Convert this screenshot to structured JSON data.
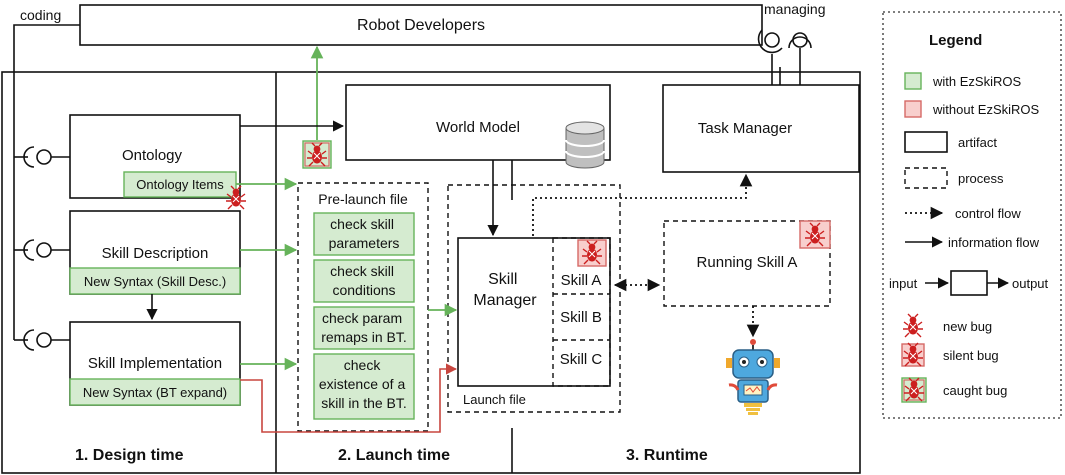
{
  "top": {
    "coding_label": "coding",
    "managing_label": "managing",
    "robot_developers": "Robot Developers"
  },
  "design": {
    "ontology": "Ontology",
    "ontology_items": "Ontology Items",
    "skill_description": "Skill Description",
    "new_syntax_desc": "New Syntax (Skill Desc.)",
    "skill_implementation": "Skill Implementation",
    "new_syntax_bt": "New Syntax (BT expand)",
    "phase_label": "1. Design time"
  },
  "launch": {
    "prelaunch_file": "Pre-launch file",
    "checks": [
      [
        "check skill",
        "parameters"
      ],
      [
        "check skill",
        "conditions"
      ],
      [
        "check param",
        "remaps in BT."
      ],
      [
        "check",
        "existence of a",
        "skill in the BT."
      ]
    ],
    "launch_file": "Launch file",
    "phase_label": "2. Launch time"
  },
  "runtime": {
    "world_model": "World Model",
    "task_manager": "Task Manager",
    "skill_manager_line1": "Skill",
    "skill_manager_line2": "Manager",
    "skill_a": "Skill A",
    "skill_b": "Skill B",
    "skill_c": "Skill C",
    "running_skill": "Running Skill A",
    "phase_label": "3. Runtime"
  },
  "legend": {
    "title": "Legend",
    "with": "with EzSkiROS",
    "without": "without EzSkiROS",
    "artifact": "artifact",
    "process": "process",
    "control_flow": "control flow",
    "information_flow": "information flow",
    "input": "input",
    "output": "output",
    "new_bug": "new bug",
    "silent_bug": "silent bug",
    "caught_bug": "caught bug"
  },
  "colors": {
    "green_fill": "#d5ebd0",
    "green_stroke": "#66b35a",
    "red_fill": "#f8cfcd",
    "red_stroke": "#d56a66",
    "bug": "#cc1f1f"
  }
}
